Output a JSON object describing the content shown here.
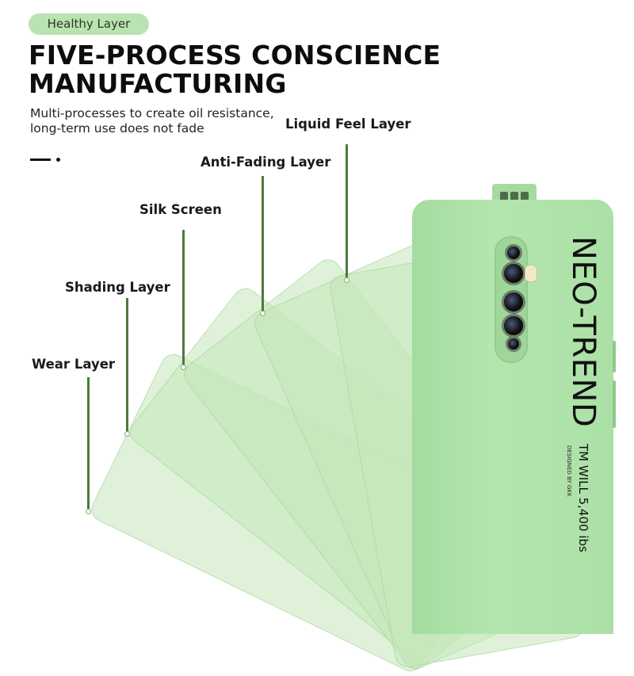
{
  "tag": "Healthy Layer",
  "title": {
    "line1": "FIVE-PROCESS CONSCIENCE",
    "line2": "MANUFACTURING"
  },
  "subtitle": {
    "line1": "Multi-processes to create oil resistance,",
    "line2": "long-term use does not fade"
  },
  "layers": [
    {
      "label": "Liquid Feel Layer"
    },
    {
      "label": "Anti-Fading Layer"
    },
    {
      "label": "Silk Screen"
    },
    {
      "label": "Shading Layer"
    },
    {
      "label": "Wear Layer"
    }
  ],
  "phone": {
    "brand": "NEO-TREND",
    "tagline": "TM WILL 5,400 ibs",
    "designer": "DESIGNED BY GKK"
  },
  "colors": {
    "accent_green": "#b9e3b0",
    "line_green": "#4c7a3e",
    "case_green": "#abe0a6"
  }
}
